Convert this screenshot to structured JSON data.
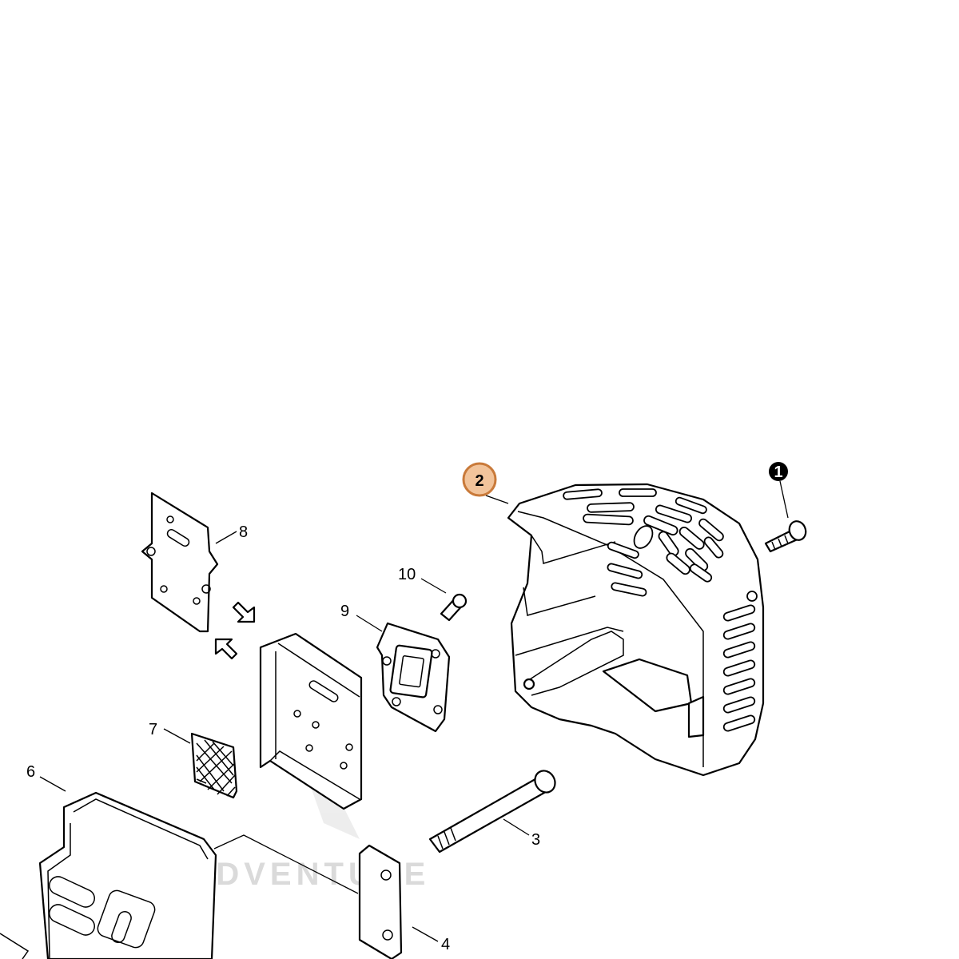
{
  "callouts": {
    "p1": "1",
    "p2": "2",
    "p3": "3",
    "p4": "4",
    "p6": "6",
    "p7": "7",
    "p8": "8",
    "p9": "9",
    "p10": "10"
  },
  "highlight": {
    "part": "2",
    "color": "#f2c49b",
    "ring_color": "#c97a3a"
  },
  "watermark": {
    "text": "LADVENTURE"
  }
}
